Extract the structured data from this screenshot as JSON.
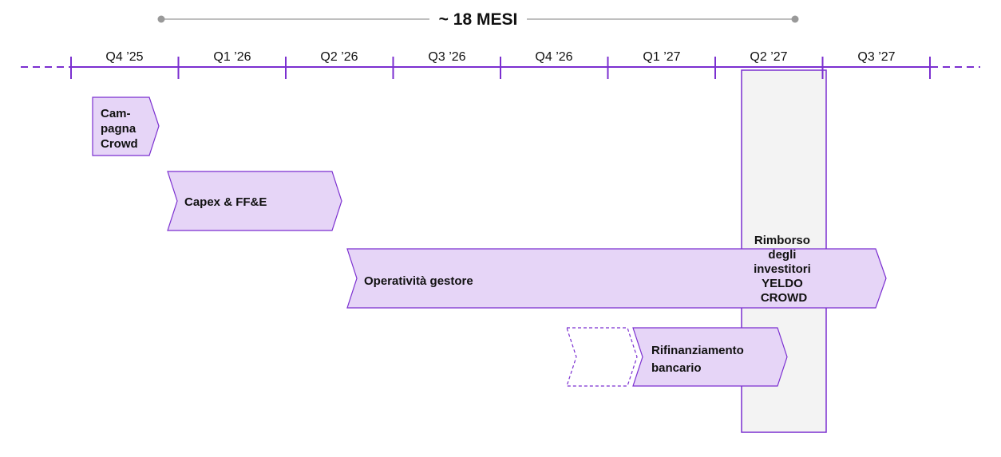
{
  "duration_label": "~ 18 MESI",
  "quarters": [
    "Q4 ’25",
    "Q1 ’26",
    "Q2 ’26",
    "Q3 ’26",
    "Q4 ’26",
    "Q1 ’27",
    "Q2 ’27",
    "Q3 ’27"
  ],
  "phases": [
    {
      "id": "campagna-crowd",
      "lines": [
        "Cam-",
        "pagna",
        "Crowd"
      ]
    },
    {
      "id": "capex",
      "lines": [
        "Capex & FF&E"
      ]
    },
    {
      "id": "operativita",
      "lines": [
        "Operatività gestore"
      ]
    },
    {
      "id": "rifinanziamento",
      "lines": [
        "Rifinanziamento",
        "bancario"
      ]
    }
  ],
  "repayment_box": {
    "lines": [
      "Rimborso",
      "degli",
      "investitori",
      "YELDO",
      "CROWD"
    ]
  },
  "colors": {
    "accent": "#7B2FD0",
    "phase_fill": "#E6D5F7",
    "repayment_fill": "#F3F3F3",
    "span_line": "#999999",
    "text": "#111111"
  }
}
